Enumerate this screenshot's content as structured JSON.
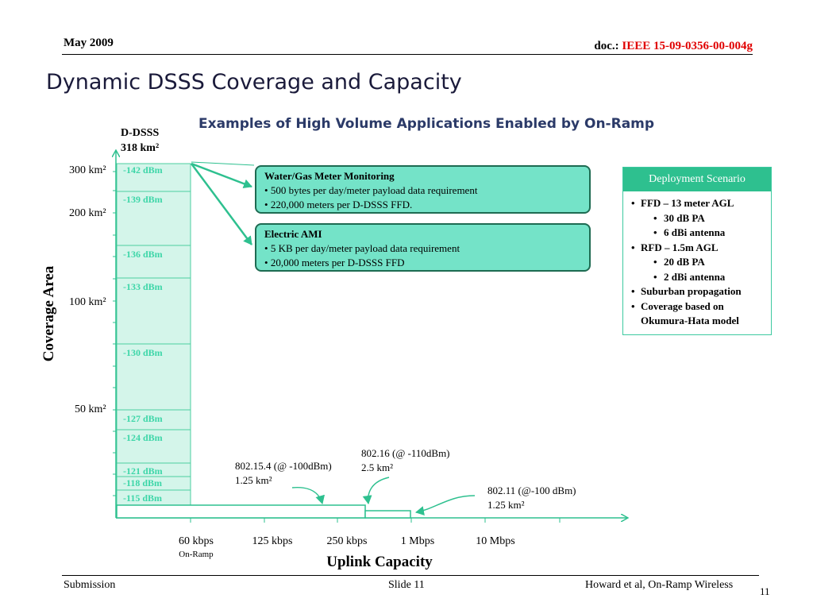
{
  "header": {
    "date": "May 2009",
    "doc_prefix": "doc.:",
    "doc_id": "IEEE 15-09-0356-00-004g"
  },
  "title": "Dynamic DSSS Coverage and Capacity",
  "subtitle": "Examples of High Volume Applications Enabled by On-Ramp",
  "chart": {
    "bar_label_line1": "D-DSSS",
    "bar_label_line2": "318 km²",
    "y_axis_label": "Coverage Area",
    "x_axis_label": "Uplink Capacity",
    "y_ticks": [
      "300 km²",
      "200 km²",
      "100 km²",
      "50 km²"
    ],
    "x_categories": [
      "60 kbps",
      "125 kbps",
      "250 kbps",
      "1 Mbps",
      "10 Mbps"
    ],
    "x_sub_label": "On-Ramp",
    "sensitivity_levels": [
      "-142 dBm",
      "-139 dBm",
      "-136 dBm",
      "-133 dBm",
      "-130 dBm",
      "-127 dBm",
      "-124 dBm",
      "-121 dBm",
      "-118 dBm",
      "-115 dBm"
    ]
  },
  "callouts": [
    {
      "title": "Water/Gas Meter Monitoring",
      "items": [
        "500 bytes per day/meter payload data requirement",
        "220,000 meters per  D-DSSS FFD."
      ]
    },
    {
      "title": "Electric AMI",
      "items": [
        "5 KB per day/meter payload data requirement",
        "20,000 meters per  D-DSSS FFD"
      ]
    }
  ],
  "deployment": {
    "title": "Deployment Scenario",
    "items": [
      {
        "text": "FFD – 13 meter AGL",
        "level": 1
      },
      {
        "text": "30 dB PA",
        "level": 2
      },
      {
        "text": "6 dBi antenna",
        "level": 2
      },
      {
        "text": "RFD – 1.5m AGL",
        "level": 1
      },
      {
        "text": "20 dB PA",
        "level": 2
      },
      {
        "text": "2 dBi antenna",
        "level": 2
      },
      {
        "text": "Suburban propagation",
        "level": 1
      },
      {
        "text": "Coverage based on Okumura-Hata model",
        "level": 1
      }
    ]
  },
  "annotations": {
    "a802_15_4_line1": "802.15.4 (@ -100dBm)",
    "a802_15_4_line2": "1.25 km²",
    "a802_16_line1": "802.16 (@ -110dBm)",
    "a802_16_line2": "2.5 km²",
    "a802_11_line1": "802.11 (@-100 dBm)",
    "a802_11_line2": "1.25 km²"
  },
  "footer": {
    "left": "Submission",
    "center": "Slide 11",
    "right": "Howard et al, On-Ramp Wireless",
    "page": "11"
  }
}
